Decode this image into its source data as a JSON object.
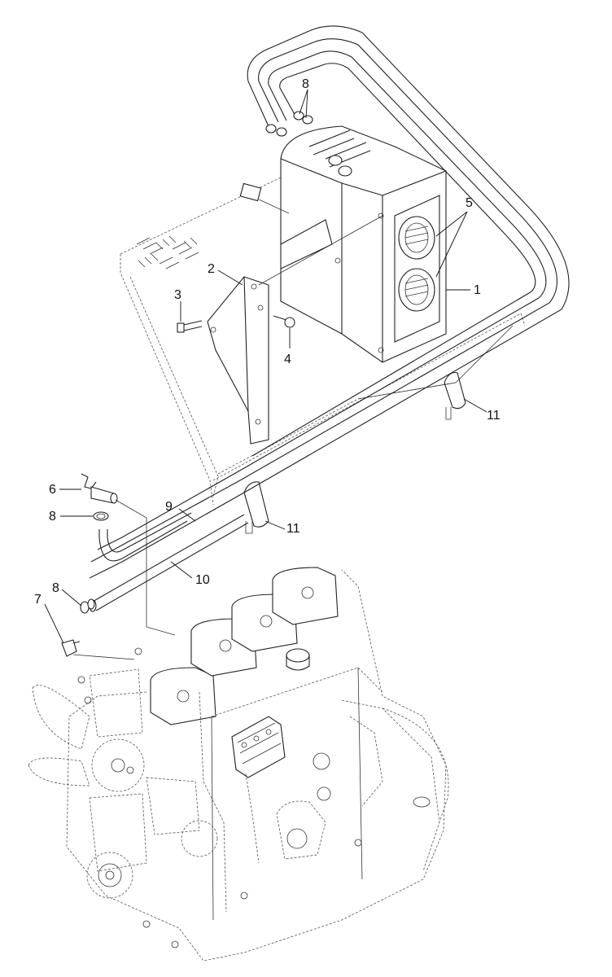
{
  "callouts": [
    {
      "id": "1",
      "label": "1"
    },
    {
      "id": "2",
      "label": "2"
    },
    {
      "id": "3",
      "label": "3"
    },
    {
      "id": "4",
      "label": "4"
    },
    {
      "id": "5",
      "label": "5"
    },
    {
      "id": "6",
      "label": "6"
    },
    {
      "id": "7",
      "label": "7"
    },
    {
      "id": "8a",
      "label": "8"
    },
    {
      "id": "8b",
      "label": "8"
    },
    {
      "id": "8c",
      "label": "8"
    },
    {
      "id": "9",
      "label": "9"
    },
    {
      "id": "10",
      "label": "10"
    },
    {
      "id": "11a",
      "label": "11"
    },
    {
      "id": "11b",
      "label": "11"
    }
  ]
}
